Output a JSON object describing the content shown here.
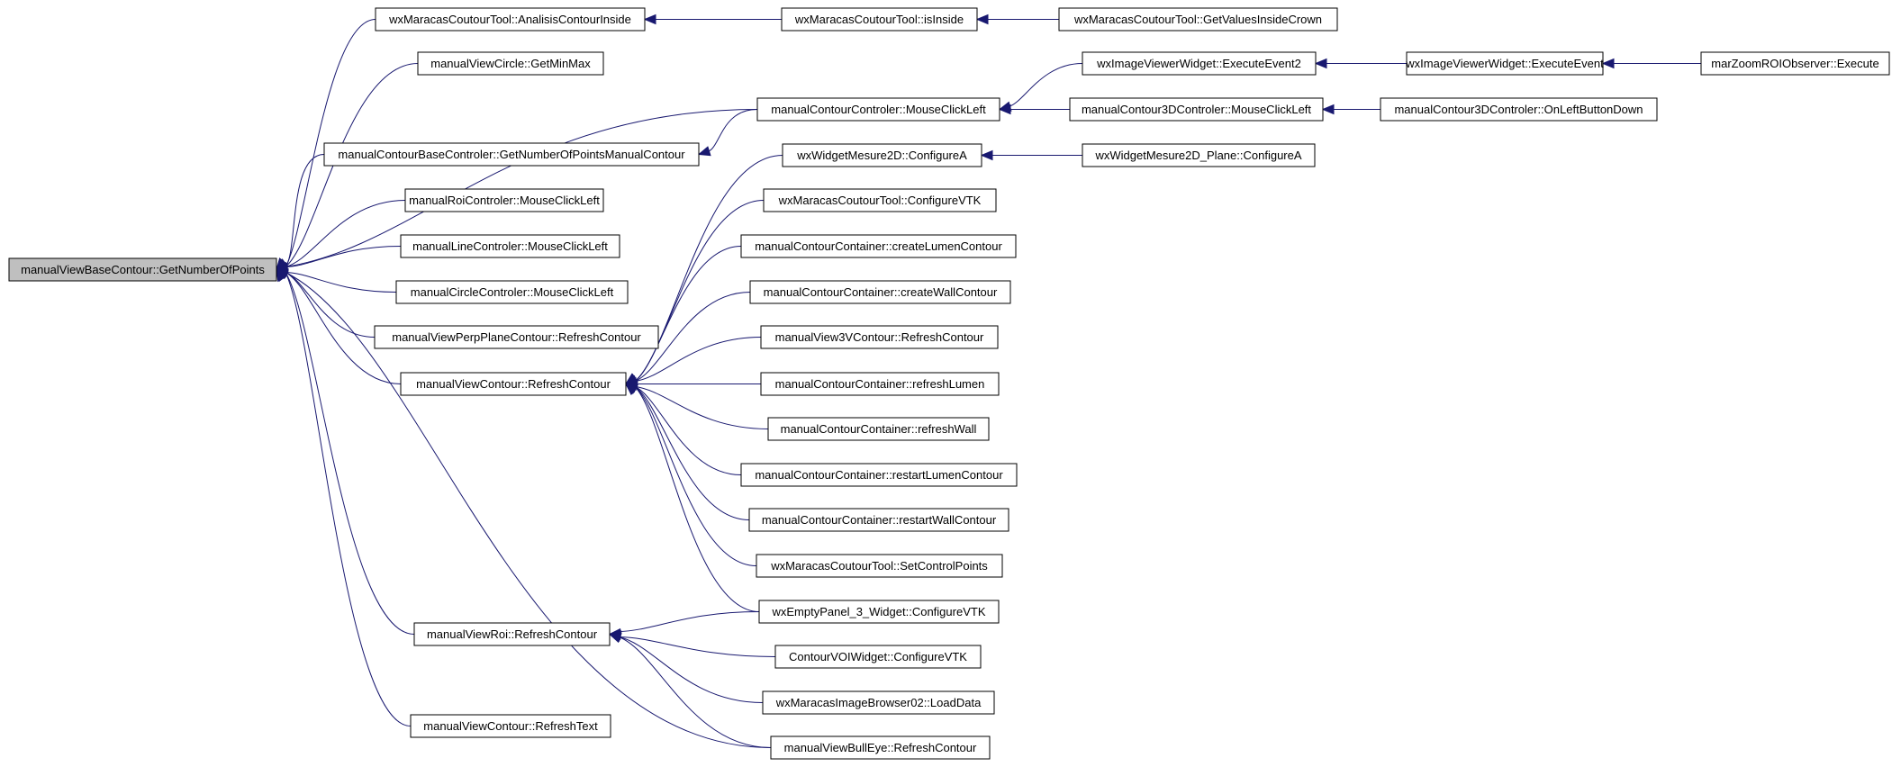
{
  "diagram": {
    "edge_color": "#191970",
    "root_fill": "#bfbfbf",
    "nodes": [
      {
        "id": "root",
        "label": "manualViewBaseContour::GetNumberOfPoints"
      },
      {
        "id": "n1",
        "label": "wxMaracasCoutourTool::AnalisisContourInside"
      },
      {
        "id": "n2",
        "label": "wxMaracasCoutourTool::isInside"
      },
      {
        "id": "n3",
        "label": "wxMaracasCoutourTool::GetValuesInsideCrown"
      },
      {
        "id": "n4",
        "label": "manualViewCircle::GetMinMax"
      },
      {
        "id": "n5",
        "label": "wxImageViewerWidget::ExecuteEvent2"
      },
      {
        "id": "n6",
        "label": "wxImageViewerWidget::ExecuteEvent"
      },
      {
        "id": "n7",
        "label": "marZoomROIObserver::Execute"
      },
      {
        "id": "n8",
        "label": "manualContourControler::MouseClickLeft"
      },
      {
        "id": "n9",
        "label": "manualContour3DControler::MouseClickLeft"
      },
      {
        "id": "n10",
        "label": "manualContour3DControler::OnLeftButtonDown"
      },
      {
        "id": "n11",
        "label": "manualContourBaseControler::GetNumberOfPointsManualContour"
      },
      {
        "id": "n12",
        "label": "wxWidgetMesure2D::ConfigureA"
      },
      {
        "id": "n13",
        "label": "wxWidgetMesure2D_Plane::ConfigureA"
      },
      {
        "id": "n14",
        "label": "manualRoiControler::MouseClickLeft"
      },
      {
        "id": "n15",
        "label": "wxMaracasCoutourTool::ConfigureVTK"
      },
      {
        "id": "n16",
        "label": "manualLineControler::MouseClickLeft"
      },
      {
        "id": "n17",
        "label": "manualContourContainer::createLumenContour"
      },
      {
        "id": "n18",
        "label": "manualCircleControler::MouseClickLeft"
      },
      {
        "id": "n19",
        "label": "manualContourContainer::createWallContour"
      },
      {
        "id": "n20",
        "label": "manualViewPerpPlaneContour::RefreshContour"
      },
      {
        "id": "n21",
        "label": "manualView3VContour::RefreshContour"
      },
      {
        "id": "n22",
        "label": "manualViewContour::RefreshContour"
      },
      {
        "id": "n23",
        "label": "manualContourContainer::refreshLumen"
      },
      {
        "id": "n24",
        "label": "manualContourContainer::refreshWall"
      },
      {
        "id": "n25",
        "label": "manualContourContainer::restartLumenContour"
      },
      {
        "id": "n26",
        "label": "manualContourContainer::restartWallContour"
      },
      {
        "id": "n27",
        "label": "wxMaracasCoutourTool::SetControlPoints"
      },
      {
        "id": "n28",
        "label": "wxEmptyPanel_3_Widget::ConfigureVTK"
      },
      {
        "id": "n29",
        "label": "manualViewRoi::RefreshContour"
      },
      {
        "id": "n30",
        "label": "ContourVOIWidget::ConfigureVTK"
      },
      {
        "id": "n31",
        "label": "wxMaracasImageBrowser02::LoadData"
      },
      {
        "id": "n32",
        "label": "manualViewContour::RefreshText"
      },
      {
        "id": "n33",
        "label": "manualViewBullEye::RefreshContour"
      }
    ],
    "edges": [
      {
        "from": "n1",
        "to": "root"
      },
      {
        "from": "n4",
        "to": "root"
      },
      {
        "from": "n8",
        "to": "root"
      },
      {
        "from": "n11",
        "to": "root"
      },
      {
        "from": "n14",
        "to": "root"
      },
      {
        "from": "n16",
        "to": "root"
      },
      {
        "from": "n18",
        "to": "root"
      },
      {
        "from": "n20",
        "to": "root"
      },
      {
        "from": "n22",
        "to": "root"
      },
      {
        "from": "n29",
        "to": "root"
      },
      {
        "from": "n32",
        "to": "root"
      },
      {
        "from": "n33",
        "to": "root"
      },
      {
        "from": "n2",
        "to": "n1"
      },
      {
        "from": "n3",
        "to": "n2"
      },
      {
        "from": "n5",
        "to": "n8"
      },
      {
        "from": "n9",
        "to": "n8"
      },
      {
        "from": "n6",
        "to": "n5"
      },
      {
        "from": "n7",
        "to": "n6"
      },
      {
        "from": "n10",
        "to": "n9"
      },
      {
        "from": "n8",
        "to": "n11"
      },
      {
        "from": "n13",
        "to": "n12"
      },
      {
        "from": "n12",
        "to": "n22"
      },
      {
        "from": "n15",
        "to": "n22"
      },
      {
        "from": "n17",
        "to": "n22"
      },
      {
        "from": "n19",
        "to": "n22"
      },
      {
        "from": "n21",
        "to": "n22"
      },
      {
        "from": "n23",
        "to": "n22"
      },
      {
        "from": "n24",
        "to": "n22"
      },
      {
        "from": "n25",
        "to": "n22"
      },
      {
        "from": "n26",
        "to": "n22"
      },
      {
        "from": "n27",
        "to": "n22"
      },
      {
        "from": "n28",
        "to": "n22"
      },
      {
        "from": "n28",
        "to": "n29"
      },
      {
        "from": "n30",
        "to": "n29"
      },
      {
        "from": "n31",
        "to": "n29"
      },
      {
        "from": "n33",
        "to": "n29"
      }
    ]
  }
}
